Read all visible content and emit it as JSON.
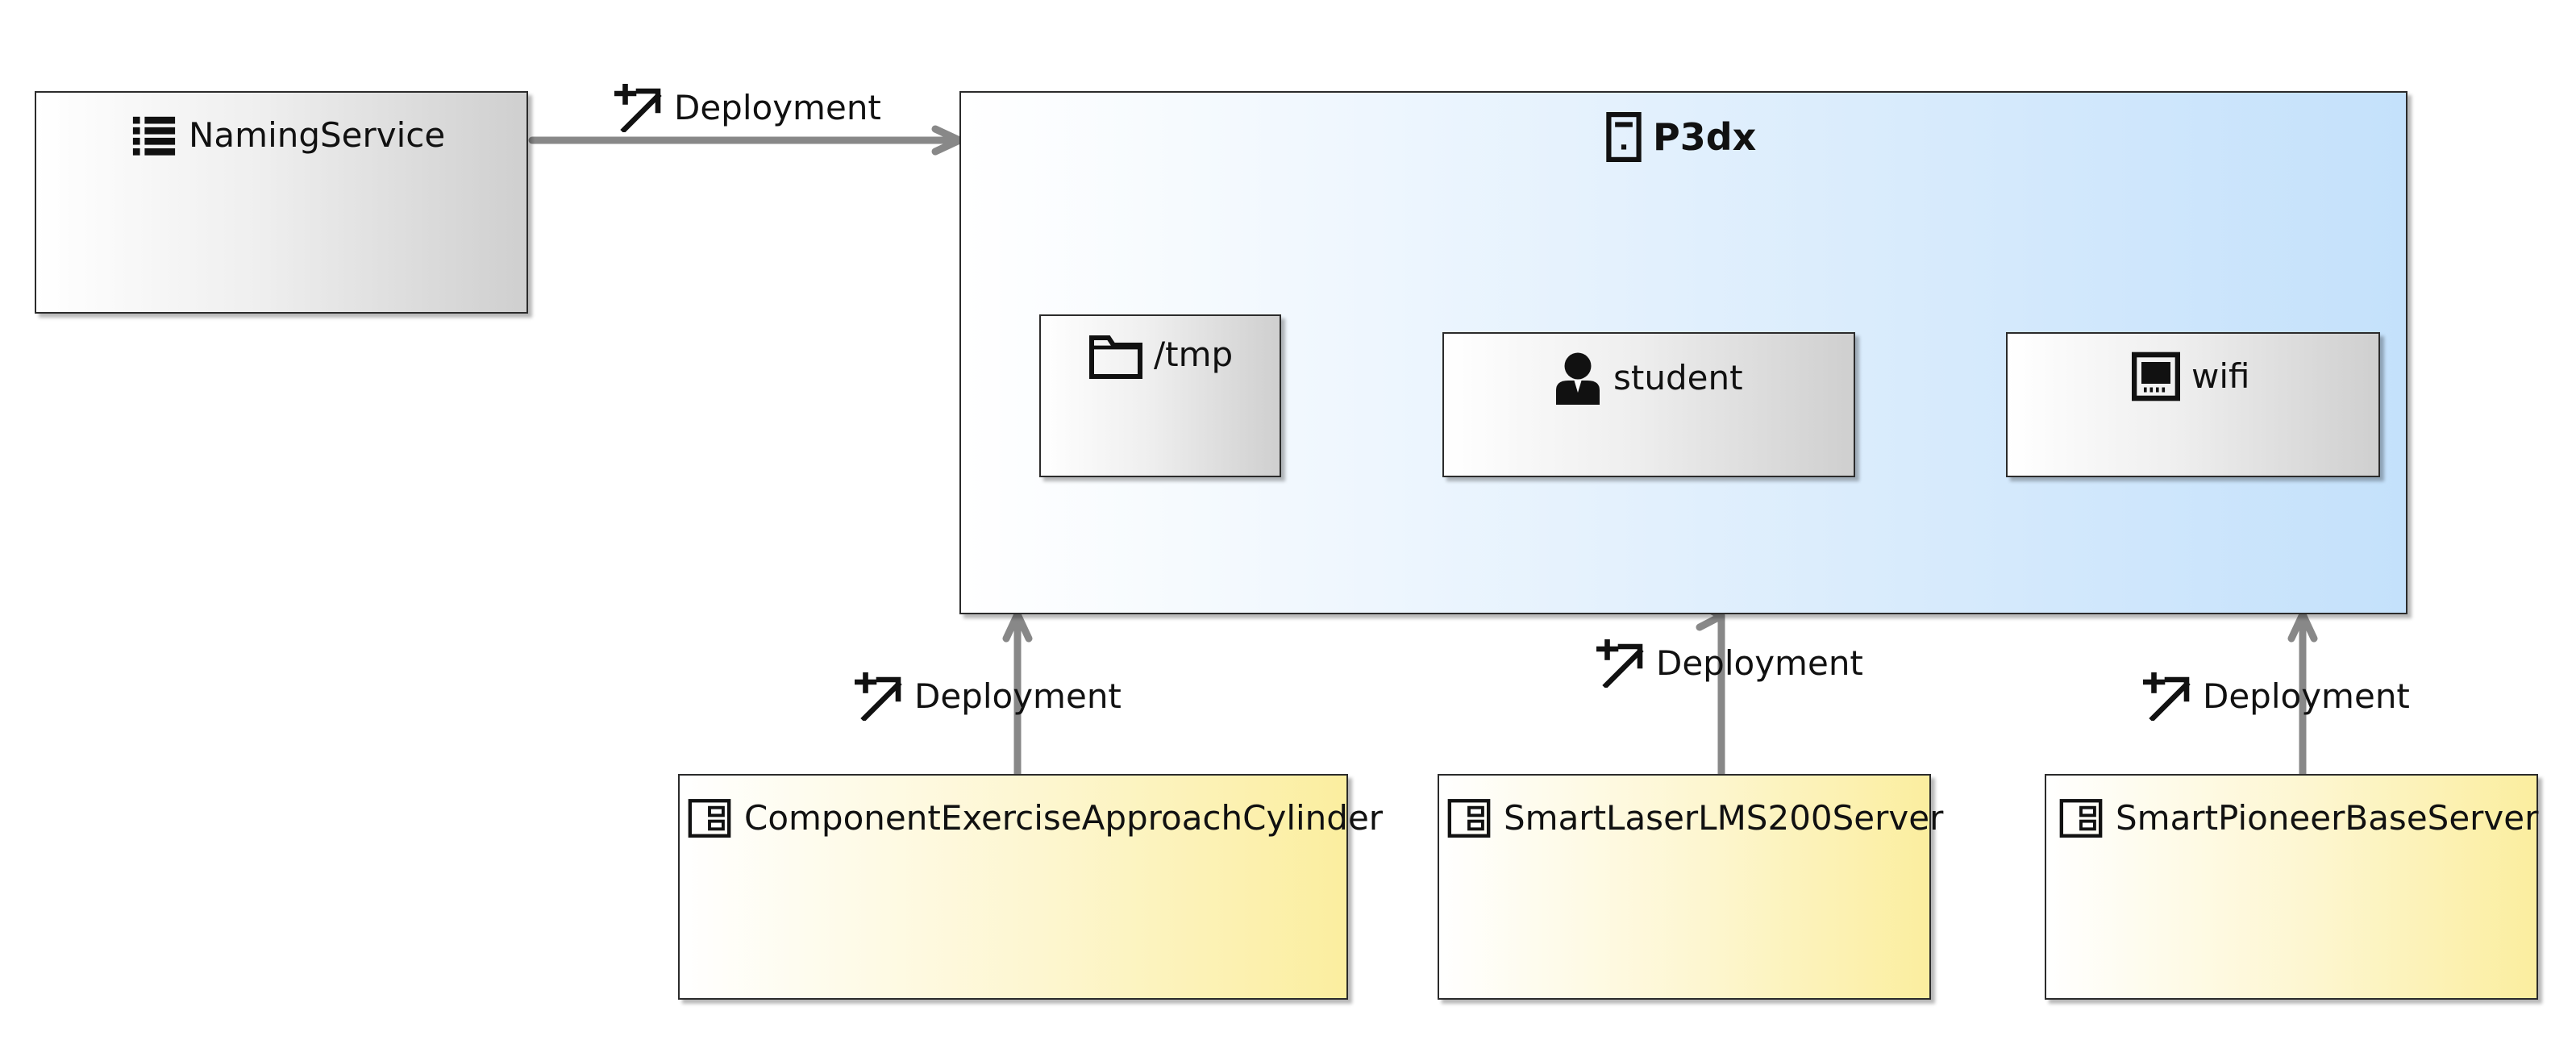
{
  "nodes": {
    "naming_service": {
      "label": "NamingService",
      "icon": "list-icon"
    },
    "p3dx": {
      "label": "P3dx",
      "icon": "device-icon"
    },
    "tmp": {
      "label": "/tmp",
      "icon": "folder-icon"
    },
    "student": {
      "label": "student",
      "icon": "user-icon"
    },
    "wifi": {
      "label": "wifi",
      "icon": "network-port-icon"
    },
    "component_cylinder": {
      "label": "ComponentExerciseApproachCylinder",
      "icon": "component-icon"
    },
    "smart_laser": {
      "label": "SmartLaserLMS200Server",
      "icon": "component-icon"
    },
    "smart_pioneer": {
      "label": "SmartPioneerBaseServer",
      "icon": "component-icon"
    }
  },
  "edges": [
    {
      "label": "Deployment",
      "icon": "deployment-icon",
      "from": "NamingService",
      "to": "P3dx"
    },
    {
      "label": "Deployment",
      "icon": "deployment-icon",
      "from": "ComponentExerciseApproachCylinder",
      "to": "P3dx"
    },
    {
      "label": "Deployment",
      "icon": "deployment-icon",
      "from": "SmartLaserLMS200Server",
      "to": "P3dx"
    },
    {
      "label": "Deployment",
      "icon": "deployment-icon",
      "from": "SmartPioneerBaseServer",
      "to": "P3dx"
    }
  ],
  "colors": {
    "node_border": "#2b2b2b",
    "edge": "#888888",
    "device_fill_end": "#c4e1fb",
    "component_fill_end": "#fbee9f",
    "artifact_fill_end": "#cfcfcf"
  }
}
